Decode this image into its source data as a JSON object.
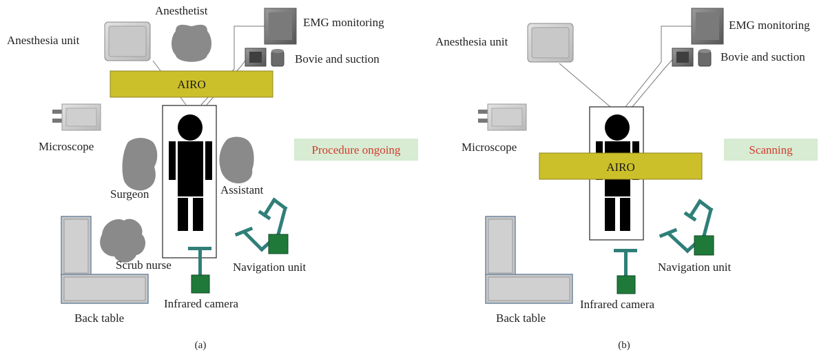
{
  "colors": {
    "airo_fill": "#ccc02a",
    "status_bg": "#d7ecd3",
    "status_text": "#d33b2c",
    "person_gray": "#8a8a8a",
    "equipment_green": "#1f7a3a",
    "arm_teal": "#2f7f78"
  },
  "panel_a": {
    "caption": "(a)",
    "status": "Procedure ongoing",
    "labels": {
      "anesthetist": "Anesthetist",
      "anesthesia_unit": "Anesthesia unit",
      "emg": "EMG monitoring",
      "bovie": "Bovie and suction",
      "airo": "AIRO",
      "microscope": "Microscope",
      "surgeon": "Surgeon",
      "assistant": "Assistant",
      "scrub_nurse": "Scrub nurse",
      "navigation": "Navigation unit",
      "back_table": "Back table",
      "infrared": "Infrared camera"
    }
  },
  "panel_b": {
    "caption": "(b)",
    "status": "Scanning",
    "labels": {
      "anesthesia_unit": "Anesthesia unit",
      "emg": "EMG monitoring",
      "bovie": "Bovie and suction",
      "airo": "AIRO",
      "microscope": "Microscope",
      "navigation": "Navigation unit",
      "back_table": "Back table",
      "infrared": "Infrared camera"
    }
  }
}
